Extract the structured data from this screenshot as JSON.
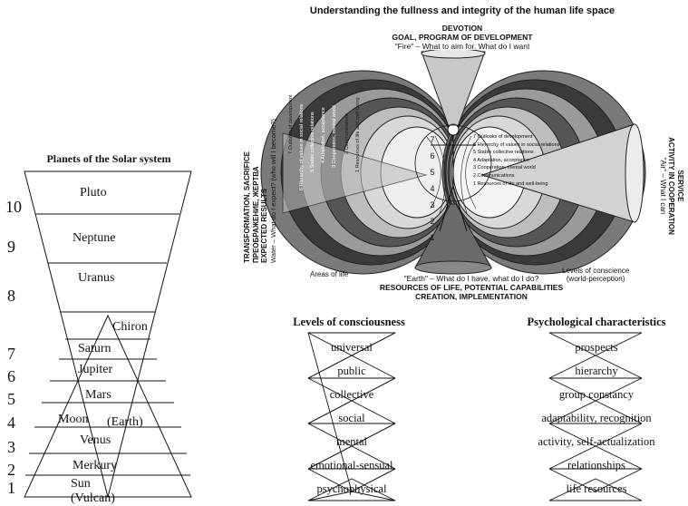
{
  "main_title": "Understanding the fullness and integrity of the human life space",
  "top": {
    "line1": "DEVOTION",
    "line2": "GOAL, PROGRAM OF DEVELOPMENT",
    "line3": "\"Fire\" – What to aim for. What do I want"
  },
  "left_side": {
    "line1": "TRANSFORMATION, SACRIFICE",
    "line2": "ПРЕОБРАЖЕНИЕ, ЖЕРТВА",
    "line3": "EXPECTED RESULTS",
    "line4": "Water – What do I expect? (who will I become?)"
  },
  "right_side": {
    "line1": "SERVICE",
    "line2": "ACTIVITY IN COOPERATION",
    "line3": "\"Air\" – What I can"
  },
  "bottom": {
    "line1": "\"Earth\" – What do I have, what do I do?",
    "line2": "RESOURCES OF LIFE, POTENTIAL CAPABILITIES",
    "line3": "CREATION, IMPLEMENTATION"
  },
  "areas_of_life": "Areas of life",
  "levels_conscience": {
    "line1": "Levels of conscience",
    "line2": "(world-perception)"
  },
  "inner_levels": [
    "7 Outlooks of development",
    "6 Hierarchy of values in social relations",
    "5 Stable collective relations",
    "4 Adaptation, acceptance",
    "3 Cooperation, mental world",
    "2 Communications",
    "1 Resources of life and well-being"
  ],
  "left_levels": [
    "7 Outlooks of development",
    "6 Hierarchy of values in social relations",
    "5 Stable collective relations",
    "4 Adaptation, acceptance",
    "3 Cooperation, mental world",
    "2 Communications",
    "1 Resources of life and well-being"
  ],
  "center_numbers": [
    "7",
    "6",
    "5",
    "4",
    "3",
    "2",
    "1"
  ],
  "planets": {
    "title": "Planets of the Solar system",
    "numbers": [
      "10",
      "9",
      "8",
      "7",
      "6",
      "5",
      "4",
      "3",
      "2",
      "1"
    ],
    "names": [
      "Pluto",
      "Neptune",
      "Uranus",
      "Chiron",
      "Saturn",
      "Jupiter",
      "Mars",
      "Moon",
      "(Earth)",
      "Venus",
      "Merkury",
      "Sun (Vulcan)"
    ]
  },
  "consciousness": {
    "title": "Levels of consciousness",
    "items": [
      "universal",
      "public",
      "collective",
      "social",
      "mental",
      "emotional-sensual",
      "psychophysical"
    ]
  },
  "psych": {
    "title": "Psychological characteristics",
    "items": [
      "prospects",
      "hierarchy",
      "group constancy",
      "adaptability, recognition",
      "activity, self-actualization",
      "relationships",
      "life resources"
    ]
  },
  "colors": {
    "dark": "#3a3a3a",
    "mid": "#7a7a7a",
    "light": "#bdbdbd",
    "pale": "#e2e2e2",
    "ink": "#111111"
  }
}
